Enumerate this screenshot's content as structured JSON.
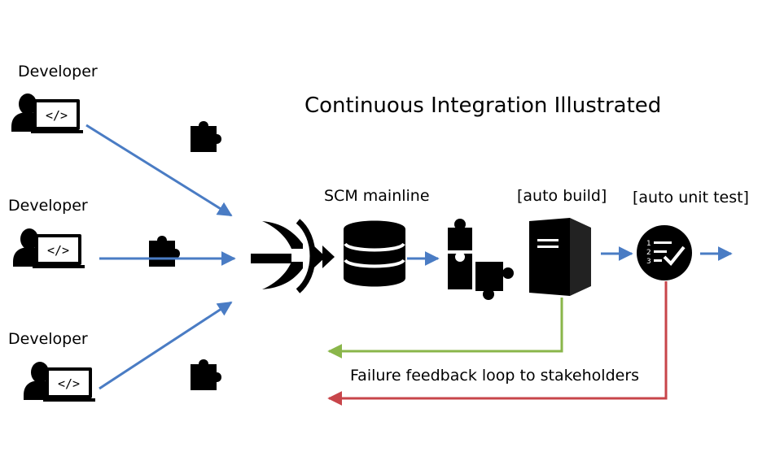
{
  "title": "Continuous Integration Illustrated",
  "developers": [
    "Developer",
    "Developer",
    "Developer"
  ],
  "scm_label": "SCM mainline",
  "build_label": "[auto build]",
  "unit_test_label": "[auto unit test]",
  "feedback_label": "Failure feedback loop to stakeholders",
  "code_glyph": "</>",
  "colors": {
    "flow_arrow": "#4a7cc4",
    "build_feedback": "#8ab64a",
    "test_feedback": "#c8454a",
    "icon_fill": "#000000"
  },
  "icons": [
    "developer-laptop-icon",
    "puzzle-piece-icon",
    "merge-funnel-icon",
    "database-icon",
    "server-icon",
    "checklist-icon"
  ]
}
